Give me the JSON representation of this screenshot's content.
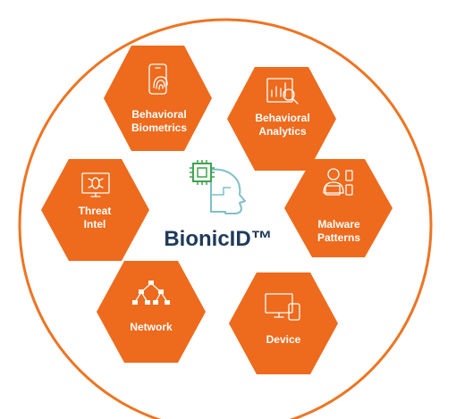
{
  "diagram": {
    "center": {
      "title": "BionicID™"
    },
    "colors": {
      "ring": "#ee7421",
      "hex": "#ee6a1c",
      "label": "#ffffff",
      "title": "#1f3a5a",
      "chip": "#3fa34d",
      "head": "#7fbfc8"
    },
    "nodes": [
      {
        "id": "behavioral-biometrics",
        "line1": "Behavioral",
        "line2": "Biometrics",
        "icon": "fingerprint-phone-icon"
      },
      {
        "id": "behavioral-analytics",
        "line1": "Behavioral",
        "line2": "Analytics",
        "icon": "chart-magnifier-icon"
      },
      {
        "id": "threat-intel",
        "line1": "Threat",
        "line2": "Intel",
        "icon": "bug-monitor-icon"
      },
      {
        "id": "malware-patterns",
        "line1": "Malware",
        "line2": "Patterns",
        "icon": "hacker-icon"
      },
      {
        "id": "network",
        "line1": "Network",
        "line2": "",
        "icon": "network-nodes-icon"
      },
      {
        "id": "device",
        "line1": "Device",
        "line2": "",
        "icon": "monitor-tablet-icon"
      }
    ]
  }
}
